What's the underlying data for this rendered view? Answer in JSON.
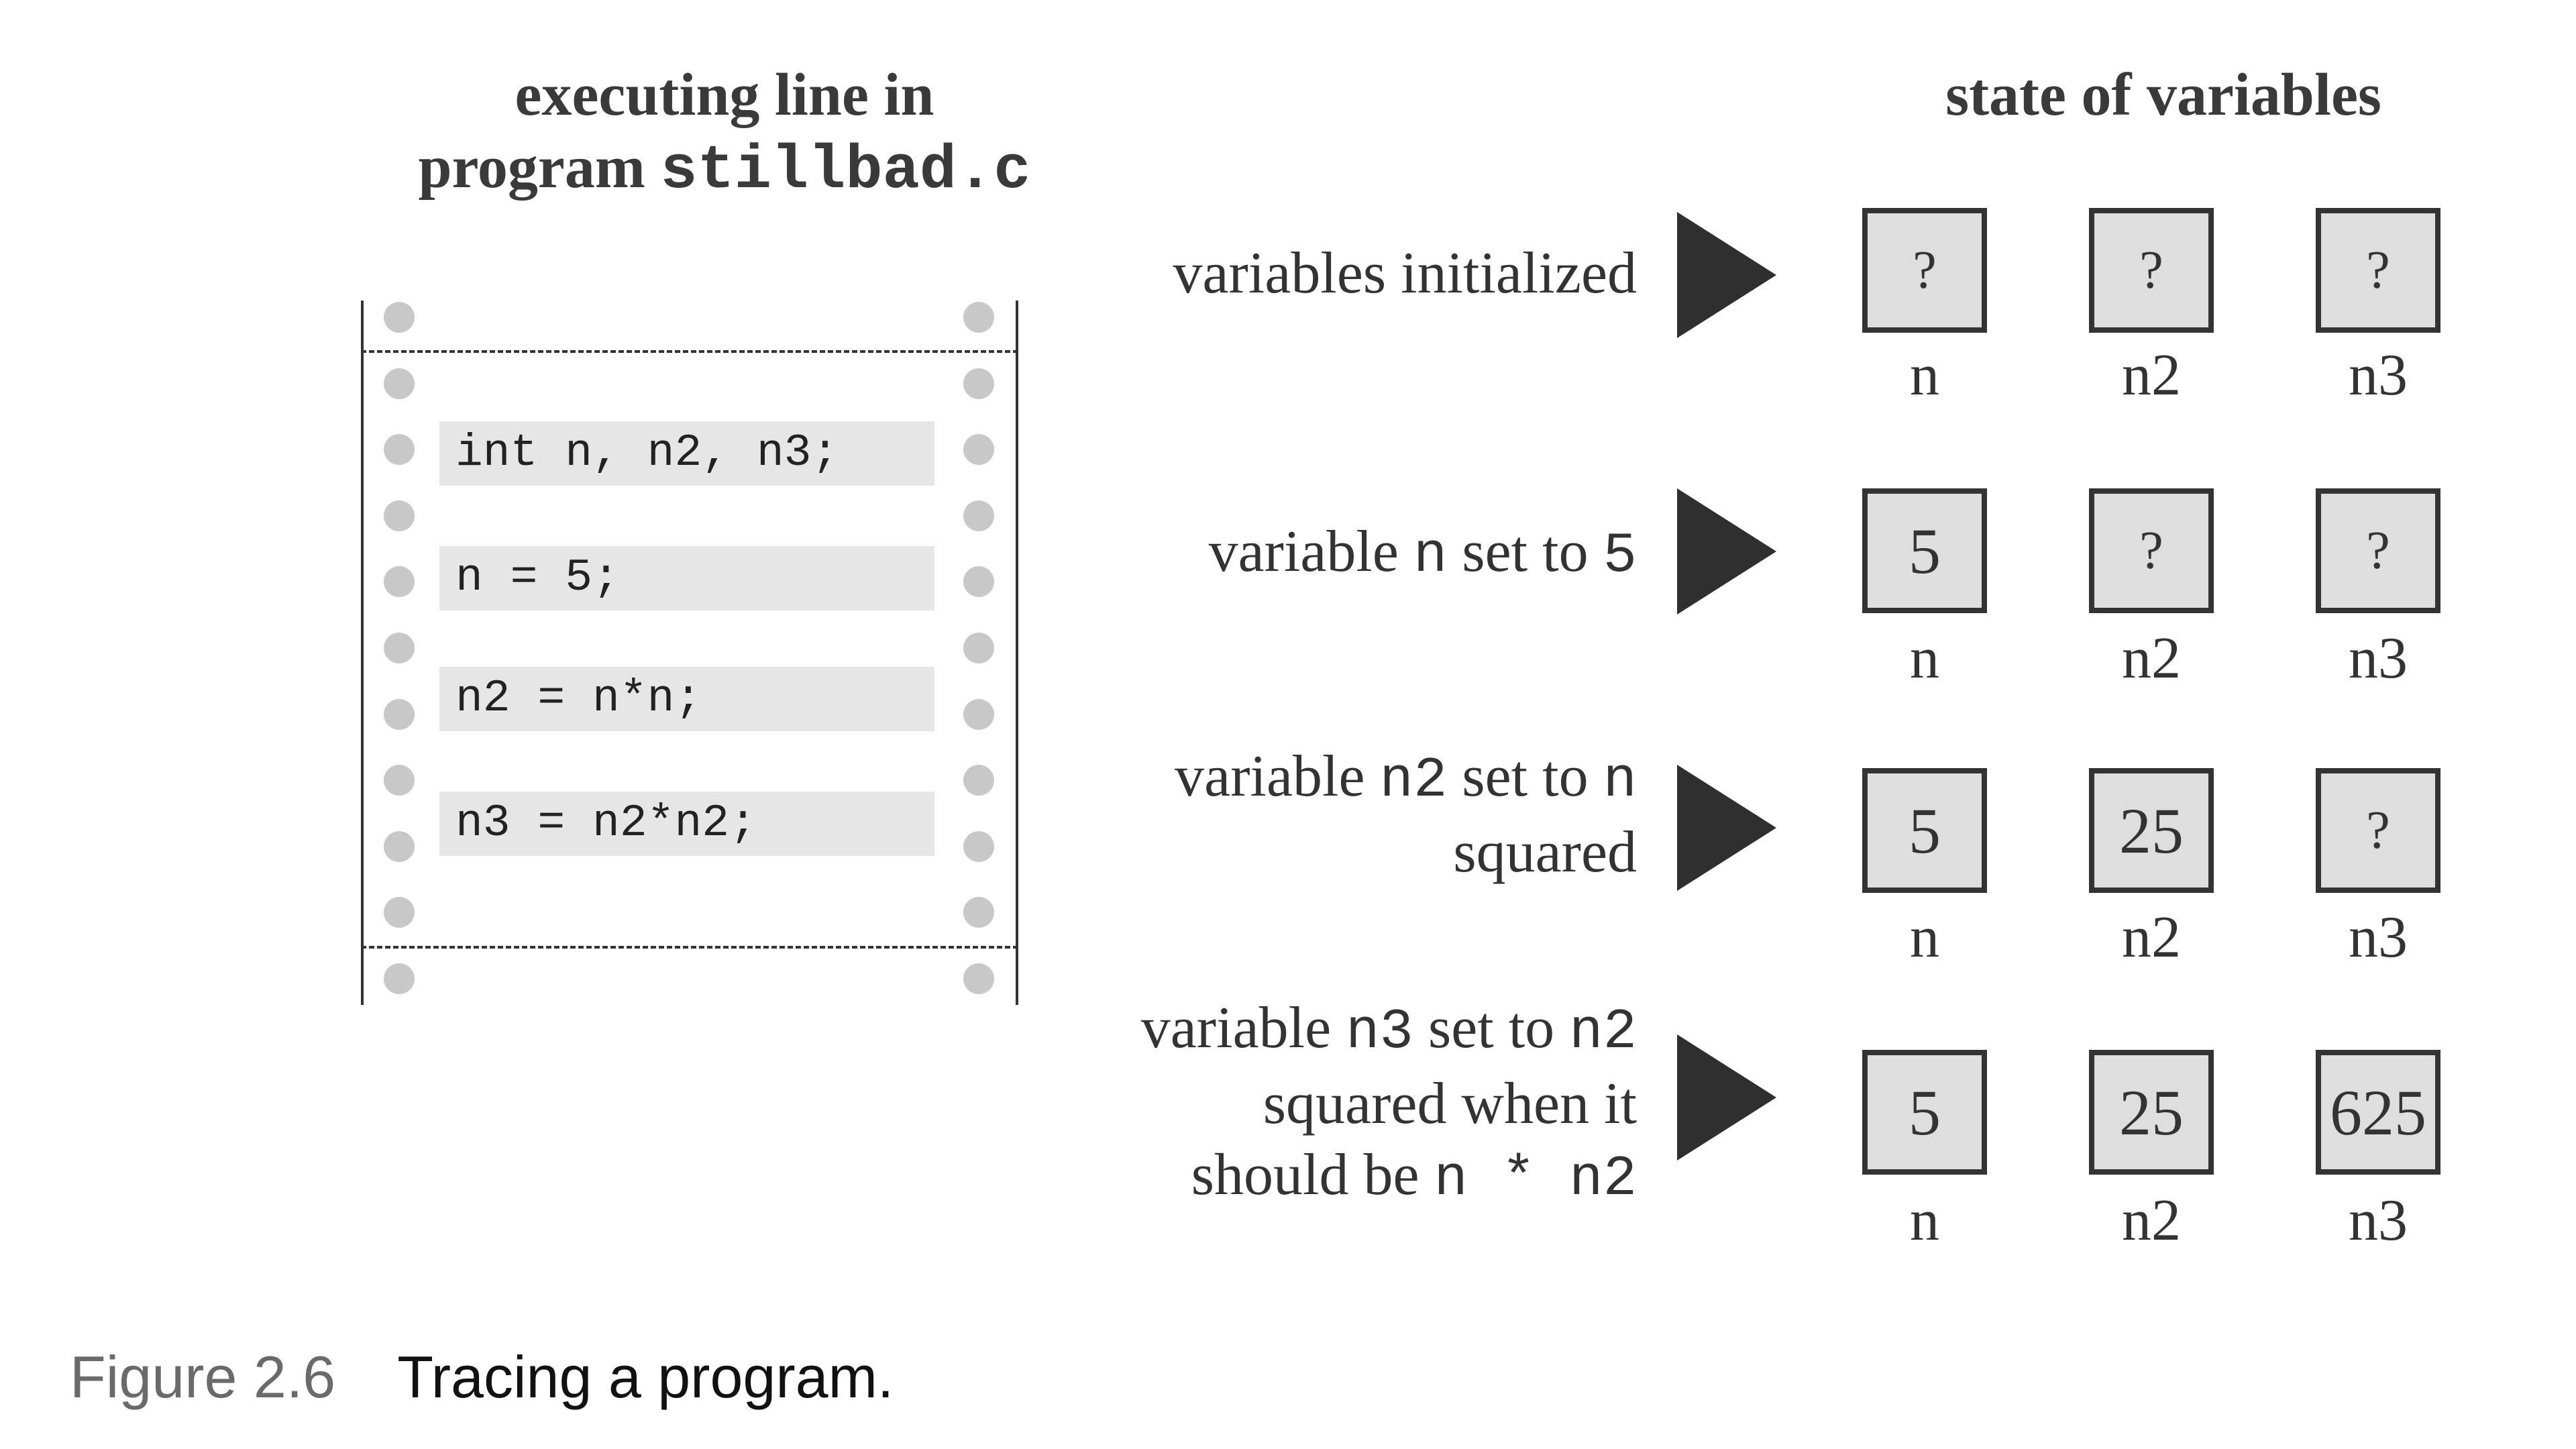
{
  "headers": {
    "left_line1": "executing line in",
    "left_line2_prefix": "program ",
    "left_line2_code": "stillbad.c",
    "right": "state of variables"
  },
  "code_lines": [
    "int n, n2, n3;",
    "n = 5;",
    "n2 = n*n;",
    "n3 = n2*n2;"
  ],
  "steps": [
    {
      "desc_plain": "variables initialized",
      "values": [
        "?",
        "?",
        "?"
      ],
      "names": [
        "n",
        "n2",
        "n3"
      ]
    },
    {
      "desc_parts": [
        "variable ",
        "n",
        " set to ",
        "5"
      ],
      "values": [
        "5",
        "?",
        "?"
      ],
      "names": [
        "n",
        "n2",
        "n3"
      ]
    },
    {
      "desc_line1_parts": [
        "variable ",
        "n2",
        " set to ",
        "n"
      ],
      "desc_line2": "squared",
      "values": [
        "5",
        "25",
        "?"
      ],
      "names": [
        "n",
        "n2",
        "n3"
      ]
    },
    {
      "desc_line1_parts": [
        "variable ",
        "n3",
        " set to ",
        "n2"
      ],
      "desc_line2": "squared when it",
      "desc_line3_parts": [
        "should be ",
        "n * n2"
      ],
      "values": [
        "5",
        "25",
        "625"
      ],
      "names": [
        "n",
        "n2",
        "n3"
      ]
    }
  ],
  "caption": {
    "figure": "Figure 2.6",
    "text": "Tracing a program."
  },
  "colors": {
    "box_fill": "#dedede",
    "code_fill": "#e6e6e6",
    "film_hole": "#c8c8c8",
    "arrow": "#2f2f2f"
  }
}
